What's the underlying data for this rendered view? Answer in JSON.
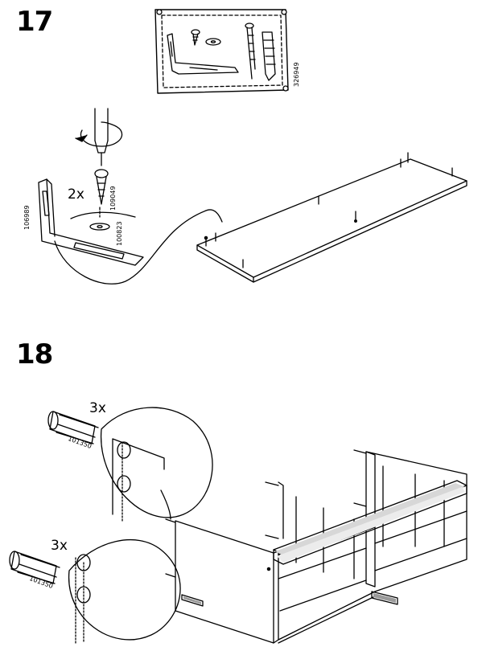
{
  "steps": [
    {
      "number": "17",
      "hardware_box_part": "326949",
      "quantity": "2x",
      "screw_part": "109049",
      "washer_part": "100823",
      "bracket_part": "106989"
    },
    {
      "number": "18",
      "dowel_part": "101350",
      "quantity_top": "3x",
      "quantity_bottom": "3x",
      "dowel_part_bottom": "101350"
    }
  ]
}
